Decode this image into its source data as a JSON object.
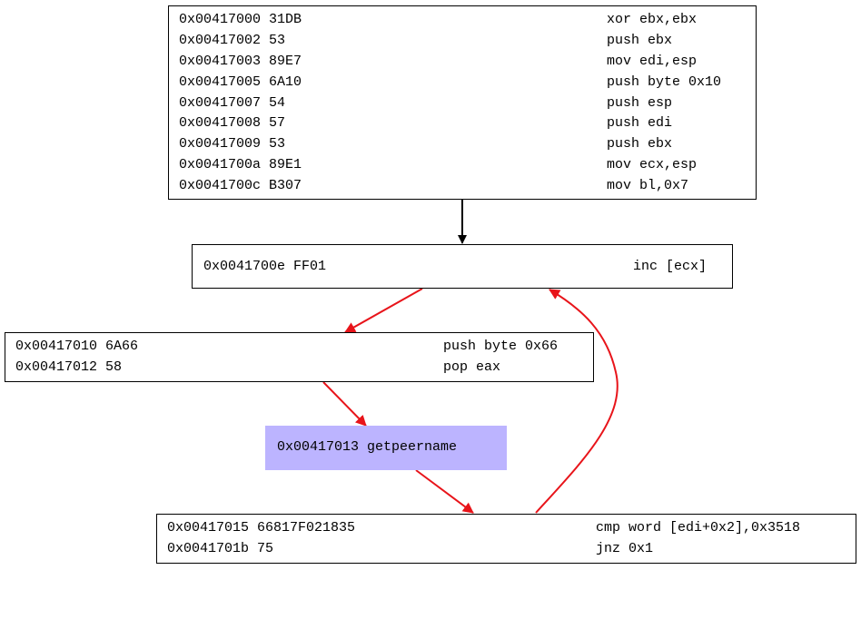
{
  "colors": {
    "edge_unconditional": "#000000",
    "edge_conditional": "#e8141a",
    "highlight_block": "#bcb4ff"
  },
  "blocks": [
    {
      "id": "b0",
      "lines": [
        {
          "addr": "0x00417000 31DB",
          "instr": "xor ebx,ebx"
        },
        {
          "addr": "0x00417002 53",
          "instr": "push ebx"
        },
        {
          "addr": "0x00417003 89E7",
          "instr": "mov edi,esp"
        },
        {
          "addr": "0x00417005 6A10",
          "instr": "push byte 0x10"
        },
        {
          "addr": "0x00417007 54",
          "instr": "push esp"
        },
        {
          "addr": "0x00417008 57",
          "instr": "push edi"
        },
        {
          "addr": "0x00417009 53",
          "instr": "push ebx"
        },
        {
          "addr": "0x0041700a 89E1",
          "instr": "mov ecx,esp"
        },
        {
          "addr": "0x0041700c B307",
          "instr": "mov bl,0x7"
        }
      ]
    },
    {
      "id": "b1",
      "lines": [
        {
          "addr": "0x0041700e FF01",
          "instr": "inc [ecx]"
        }
      ]
    },
    {
      "id": "b2",
      "lines": [
        {
          "addr": "0x00417010 6A66",
          "instr": "push byte 0x66"
        },
        {
          "addr": "0x00417012 58",
          "instr": "pop eax"
        }
      ]
    },
    {
      "id": "b3",
      "lines": [
        {
          "addr": "0x00417013 getpeername",
          "instr": ""
        }
      ]
    },
    {
      "id": "b4",
      "lines": [
        {
          "addr": "0x00417015 66817F021835",
          "instr": "cmp word [edi+0x2],0x3518"
        },
        {
          "addr": "0x0041701b 75",
          "instr": "jnz 0x1"
        }
      ]
    }
  ]
}
